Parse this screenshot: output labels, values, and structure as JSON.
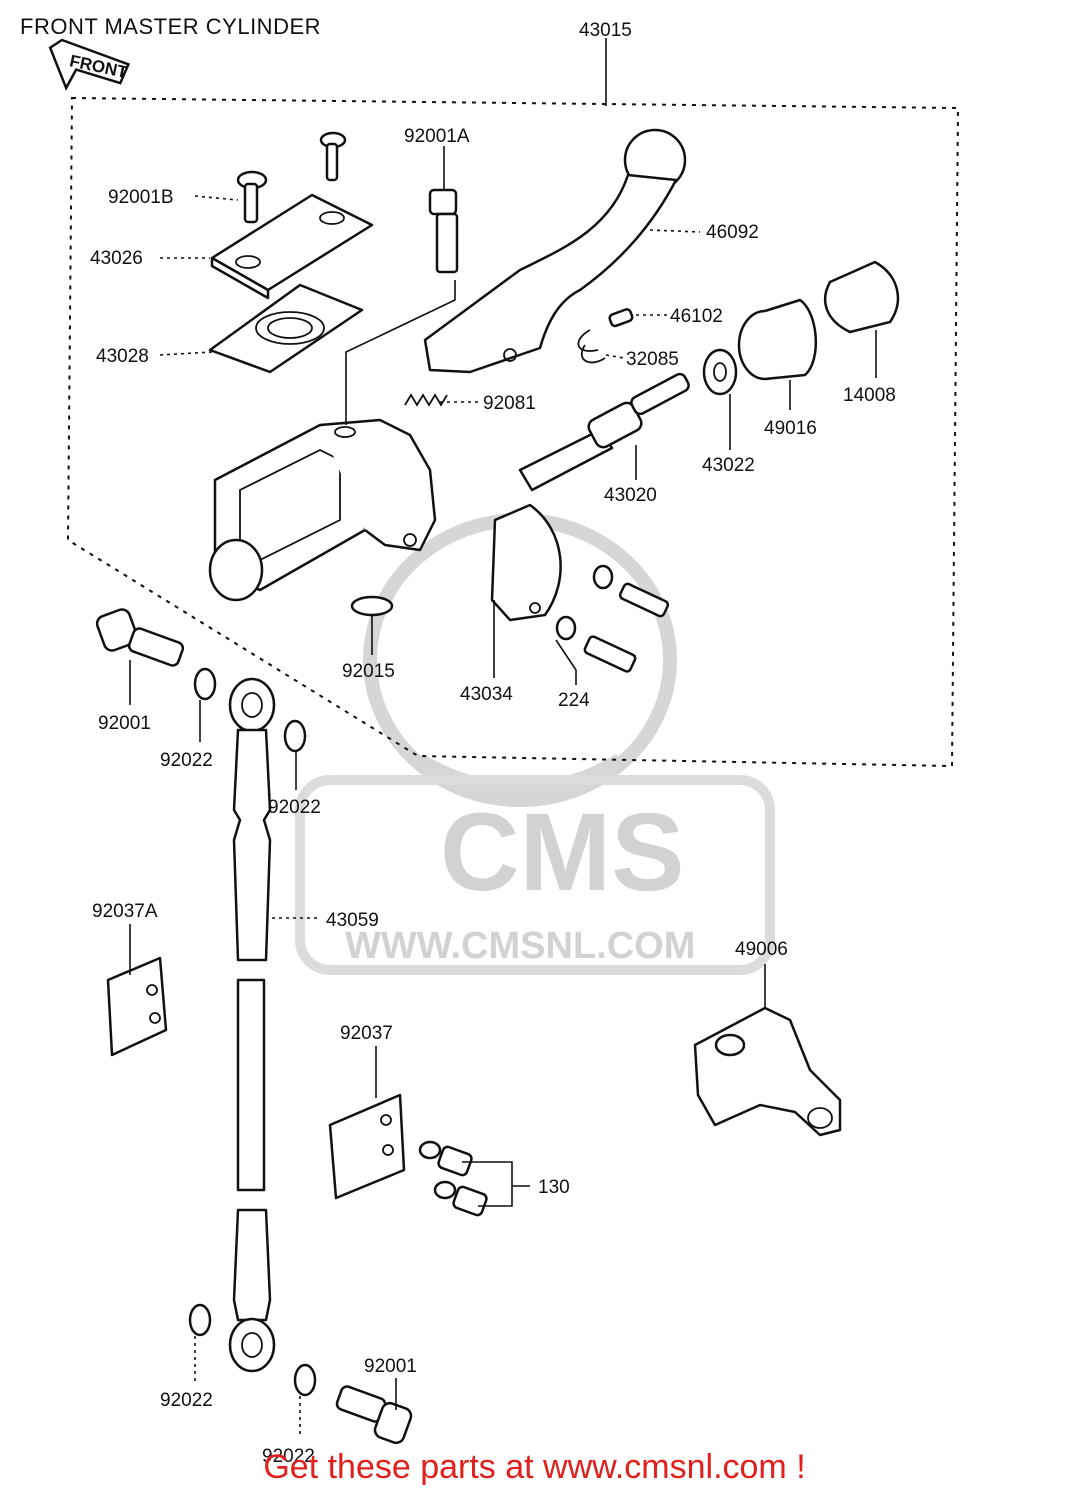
{
  "title": "FRONT MASTER CYLINDER",
  "front_arrow_label": "FRONT",
  "watermark": {
    "brand": "CMS",
    "url": "WWW.CMSNL.COM"
  },
  "footer": "Get these parts at www.cmsnl.com !",
  "parts": {
    "p43015": "43015",
    "p92001A": "92001A",
    "p92001B": "92001B",
    "p43026": "43026",
    "p43028": "43028",
    "p46092": "46092",
    "p46102": "46102",
    "p32085": "32085",
    "p92081": "92081",
    "p14008": "14008",
    "p49016": "49016",
    "p43022": "43022",
    "p43020": "43020",
    "p92015": "92015",
    "p43034": "43034",
    "p224": "224",
    "p92001_top": "92001",
    "p92022_a": "92022",
    "p92022_b": "92022",
    "p43059": "43059",
    "p92037A": "92037A",
    "p49006": "49006",
    "p92037": "92037",
    "p130": "130",
    "p92022_c": "92022",
    "p92001_bottom": "92001",
    "p92022_d": "92022"
  }
}
